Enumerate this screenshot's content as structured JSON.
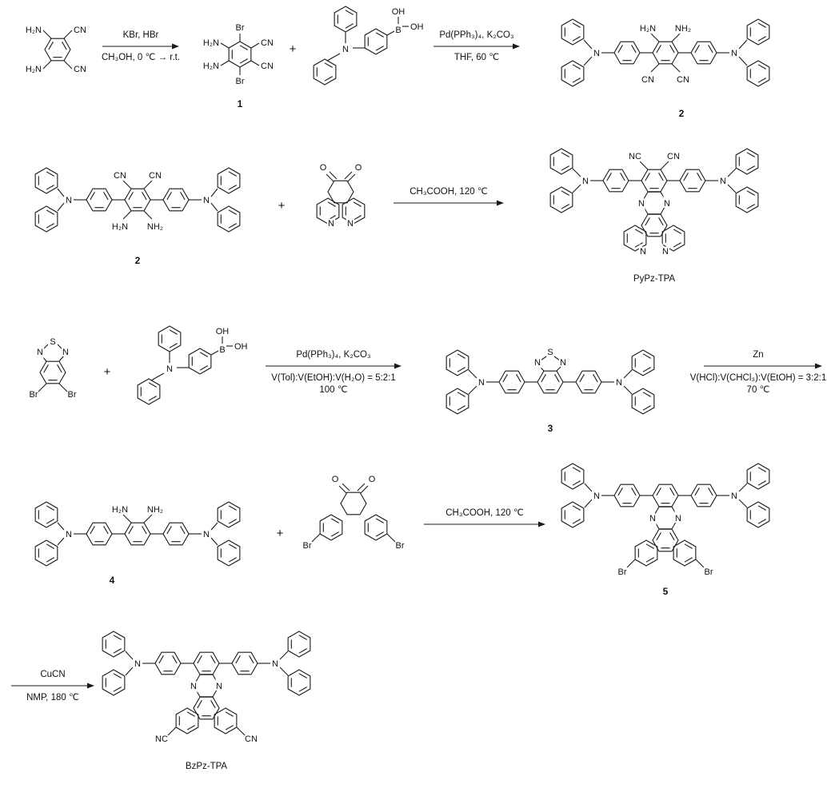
{
  "atoms": {
    "N": "N",
    "S": "S",
    "O": "O",
    "B": "B",
    "Br": "Br",
    "OH": "OH",
    "CN": "CN",
    "NC": "NC",
    "H2N": "H₂N",
    "NH2": "NH₂"
  },
  "plus": "+",
  "compounds": {
    "c1": "1",
    "c2": "2",
    "c3": "3",
    "c4": "4",
    "c5": "5",
    "pypz": "PyPz-TPA",
    "bzpz": "BzPz-TPA"
  },
  "steps": {
    "s1": {
      "above": "KBr, HBr",
      "below": "CH₃OH, 0 ℃ → r.t."
    },
    "s2": {
      "above": "Pd(PPh₃)₄, K₂CO₃",
      "below": "THF, 60 ℃"
    },
    "s3": {
      "above": "CH₃COOH, 120 ℃"
    },
    "s4": {
      "above": "Pd(PPh₃)₄, K₂CO₃",
      "below": "V(Tol):V(EtOH):V(H₂O) = 5:2:1",
      "below2": "100 ℃"
    },
    "s5": {
      "above": "Zn",
      "below": "V(HCl):V(CHCl₃):V(EtOH) = 3:2:1",
      "below2": "70 ℃"
    },
    "s6": {
      "above": "CH₃COOH, 120 ℃"
    },
    "s7": {
      "above": "CuCN",
      "below": "NMP, 180 ℃"
    }
  }
}
